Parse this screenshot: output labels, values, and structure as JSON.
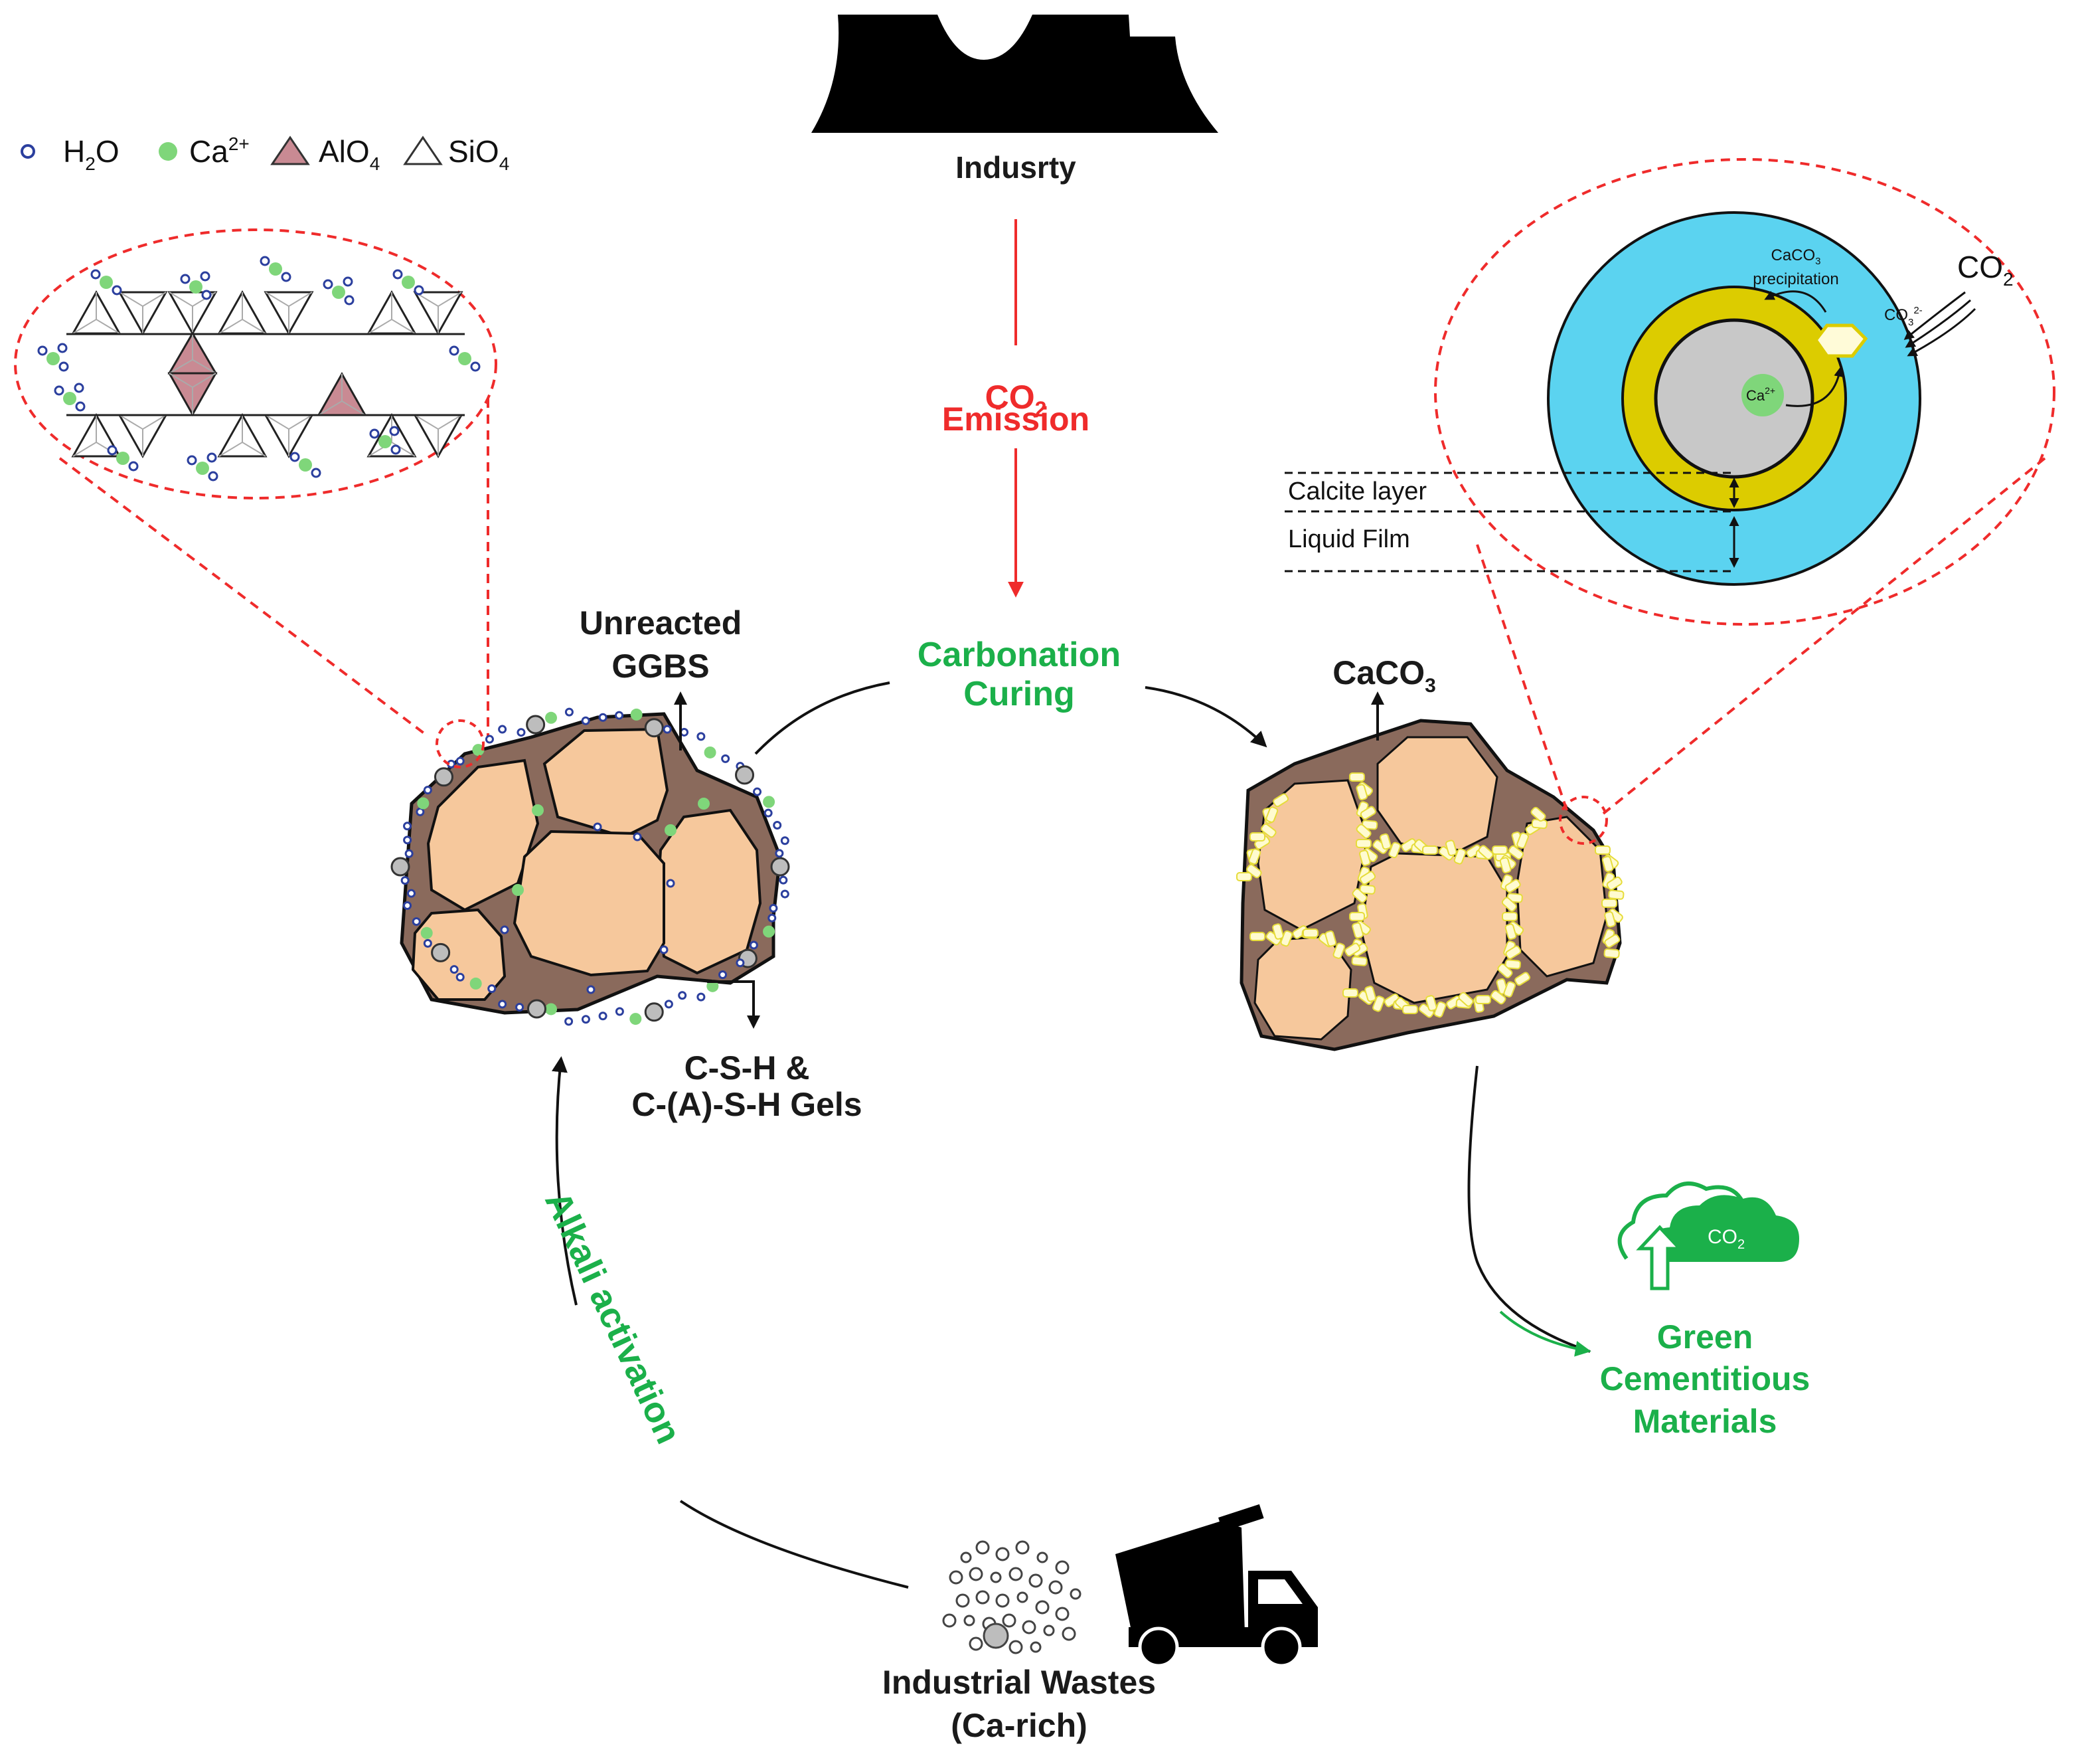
{
  "legend": {
    "h2o": "H",
    "h2o_sub": "2",
    "h2o_tail": "O",
    "ca": "Ca",
    "ca_sup": "2+",
    "alo": "AlO",
    "alo_sub": "4",
    "sio": "SiO",
    "sio_sub": "4"
  },
  "top": {
    "industry_label": "Indusrty",
    "co2_line1_main": "CO",
    "co2_line1_sub": "2",
    "co2_line2": "Emission"
  },
  "cycle": {
    "carbonation_line1": "Carbonation",
    "carbonation_line2": "Curing",
    "alkali_activation": "Alkali activation"
  },
  "left_particle": {
    "unreacted_line1": "Unreacted",
    "unreacted_line2": "GGBS",
    "gel_line1": "C-S-H &",
    "gel_line2": "C-(A)-S-H Gels"
  },
  "right_particle": {
    "caco3_main": "CaCO",
    "caco3_sub": "3"
  },
  "inset": {
    "precip_line1_main": "CaCO",
    "precip_line1_sub": "3",
    "precip_line2": "precipitation",
    "co3_main": "CO",
    "co3_sub": "3",
    "co3_sup": "2-",
    "co2_main": "CO",
    "co2_sub": "2",
    "ca_main": "Ca",
    "ca_sup": "2+",
    "calcite_layer": "Calcite layer",
    "liquid_film": "Liquid Film"
  },
  "output": {
    "cloud_main": "CO",
    "cloud_sub": "2",
    "line1": "Green",
    "line2": "Cementitious",
    "line3": "Materials"
  },
  "bottom": {
    "wastes_line1": "Industrial Wastes",
    "wastes_line2": "(Ca-rich)"
  },
  "colors": {
    "red": "#ef2b2b",
    "green": "#1bb04a",
    "particle_fill": "#f6c89c",
    "particle_rim": "#8a6a5c",
    "liquid": "#5bd3f0",
    "calcite": "#dccc00",
    "core": "#c8c8c8",
    "alo4": "#c98a93"
  }
}
